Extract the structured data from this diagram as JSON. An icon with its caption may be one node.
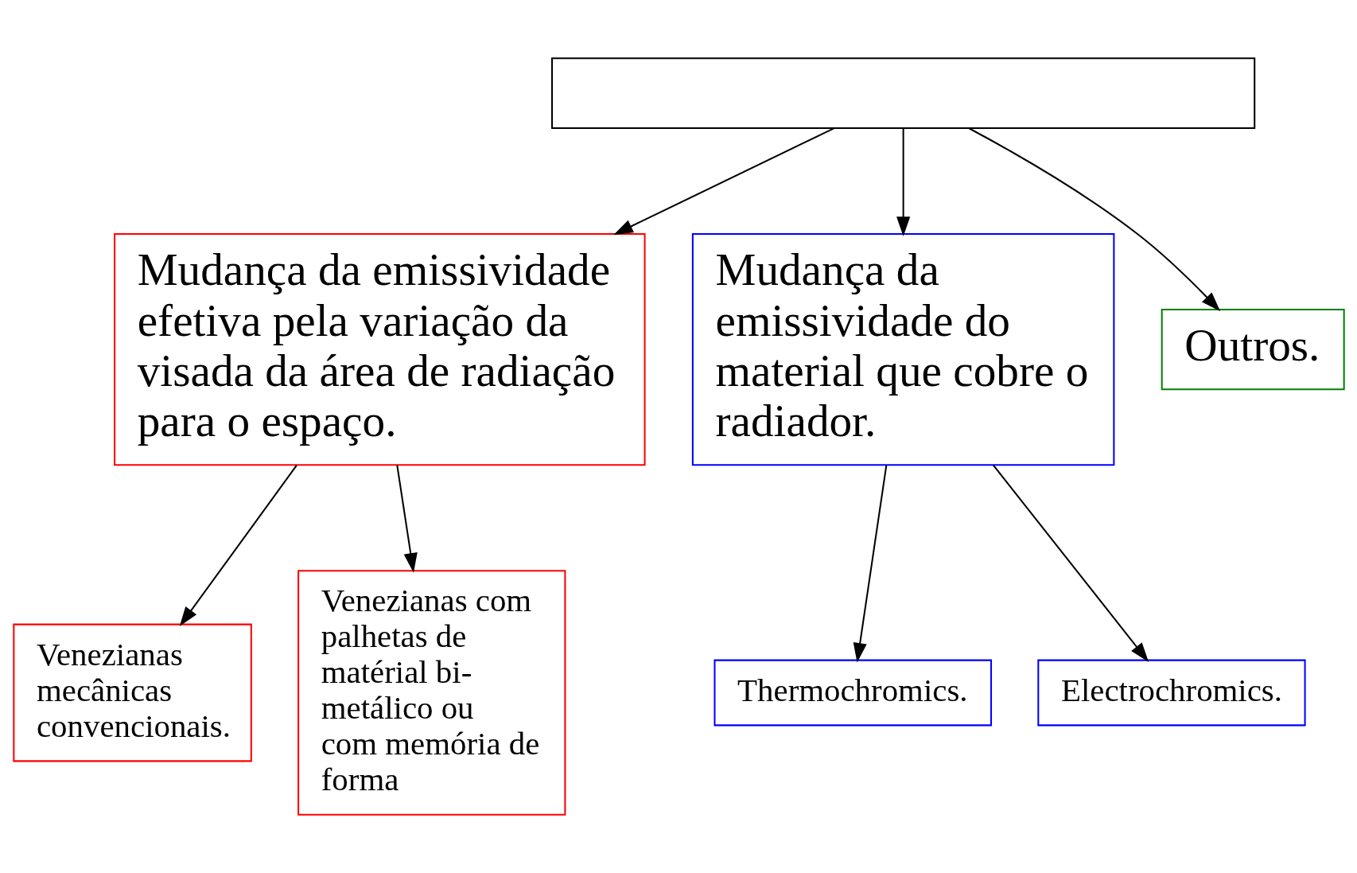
{
  "diagram": {
    "nodes": [
      {
        "text": [],
        "shape": "box"
      },
      {
        "text": [
          "Mudança da emissividade efetiva pela variação da visada da área de radiação para o espaço."
        ]
      },
      {
        "text": [
          "Mudança da emissividade do material que cobre o radiador."
        ]
      },
      {
        "text": [
          "Outros."
        ]
      },
      {
        "text": [
          "Venezianas mecânicas convencionais."
        ]
      },
      {
        "text": [
          "Venezianas com palhetas de matérial bi-metálico ou com memória de forma"
        ]
      },
      {
        "text": [
          "Thermochromics."
        ]
      },
      {
        "text": [
          "Electrochromics."
        ]
      }
    ],
    "edges": [
      {
        "from": 0,
        "to": 1,
        "arrow": "to"
      },
      {
        "from": 0,
        "to": 2,
        "arrow": "to"
      },
      {
        "from": 0,
        "to": 3,
        "arrow": "to"
      },
      {
        "from": 1,
        "to": 4,
        "arrow": "to"
      },
      {
        "from": 1,
        "to": 5,
        "arrow": "to"
      },
      {
        "from": 2,
        "to": 6,
        "arrow": "to"
      },
      {
        "from": 2,
        "to": 7,
        "arrow": "to"
      }
    ]
  }
}
